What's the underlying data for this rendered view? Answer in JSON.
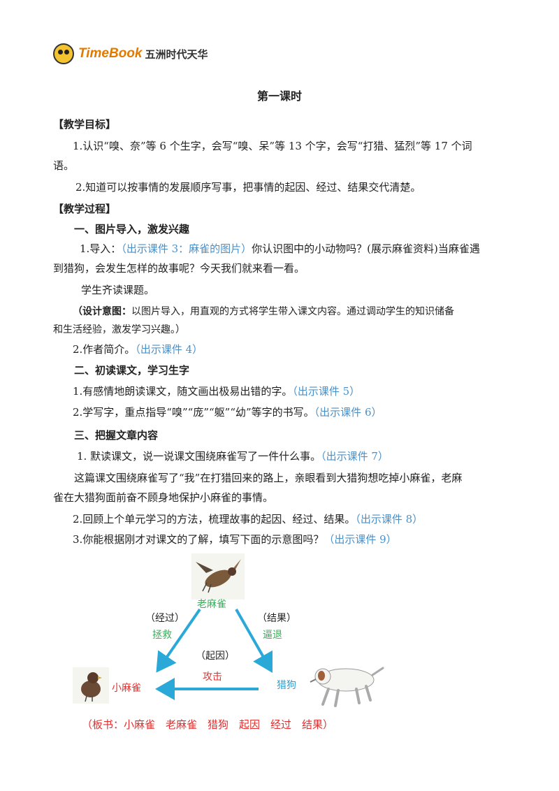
{
  "header": {
    "logo_text": "TimeBook",
    "logo_cn": "五洲时代天华"
  },
  "title": "第一课时",
  "goals": {
    "heading": "【教学目标】",
    "item1_a": "1.认识“嗅、奈”等 6 个生字，会写“嗅、呆”等 13 个字，会写“打猎、猛烈”等 17 个词",
    "item1_b": "语。",
    "item2": "2.知道可以按事情的发展顺序写事，把事情的起因、经过、结果交代清楚。"
  },
  "process": {
    "heading": "【教学过程】",
    "s1": {
      "heading": "一、图片导入，激发兴趣",
      "p1_a_pre": "1.导入：",
      "p1_a_blue": "（出示课件 3：麻雀的图片）",
      "p1_a_post": "你认识图中的小动物吗？(展示麻雀资料)当麻雀遇",
      "p1_b": "到猎狗，会发生怎样的故事呢？今天我们就来看一看。",
      "p2": "学生齐读课题。",
      "design_label": "（设计意图：",
      "design_a": "以图片导入，用直观的方式将学生带入课文内容。通过调动学生的知识储备",
      "design_b": "和生活经验，激发学习兴趣。）",
      "p3_pre": "2.作者简介。",
      "p3_blue": "（出示课件 4）"
    },
    "s2": {
      "heading": "二、初读课文，学习生字",
      "p1_pre": "1.有感情地朗读课文，随文画出极易出错的字。",
      "p1_blue": "（出示课件 5）",
      "p2_pre": "2.学写字，重点指导“嗅”“庞”“躯”“幼”等字的书写。",
      "p2_blue": "（出示课件 6）"
    },
    "s3": {
      "heading": "三、把握文章内容",
      "p1_pre": "1.  默读课文，说一说课文围绕麻雀写了一件什么事。",
      "p1_blue": "（出示课件 7）",
      "p2_a": "这篇课文围绕麻雀写了“我”在打猎回来的路上，亲眼看到大猎狗想吃掉小麻雀，老麻",
      "p2_b": "雀在大猎狗面前奋不顾身地保护小麻雀的事情。",
      "p3_pre": "2.回顾上个单元学习的方法，梳理故事的起因、经过、结果。",
      "p3_blue": "（出示课件 8）",
      "p4_pre": "3.你能根据刚才对课文的了解，填写下面的示意图吗？",
      "p4_blue": "（出示课件 9）"
    }
  },
  "diagram": {
    "top": "老麻雀",
    "left": "小麻雀",
    "right": "猎狗",
    "jingguo": "（经过）",
    "jieguo": "（结果）",
    "qiyin": "（起因）",
    "zhengjiu": "拯救",
    "bitui": "逼退",
    "gongji": "攻击"
  },
  "board": "（板书：小麻雀　老麻雀　猎狗　起因　经过　结果）",
  "colors": {
    "blue_note": "#4a90c8",
    "green": "#3aae5a",
    "red": "#e03030",
    "cyan": "#2aa0d0",
    "logo_orange": "#e07a00"
  }
}
